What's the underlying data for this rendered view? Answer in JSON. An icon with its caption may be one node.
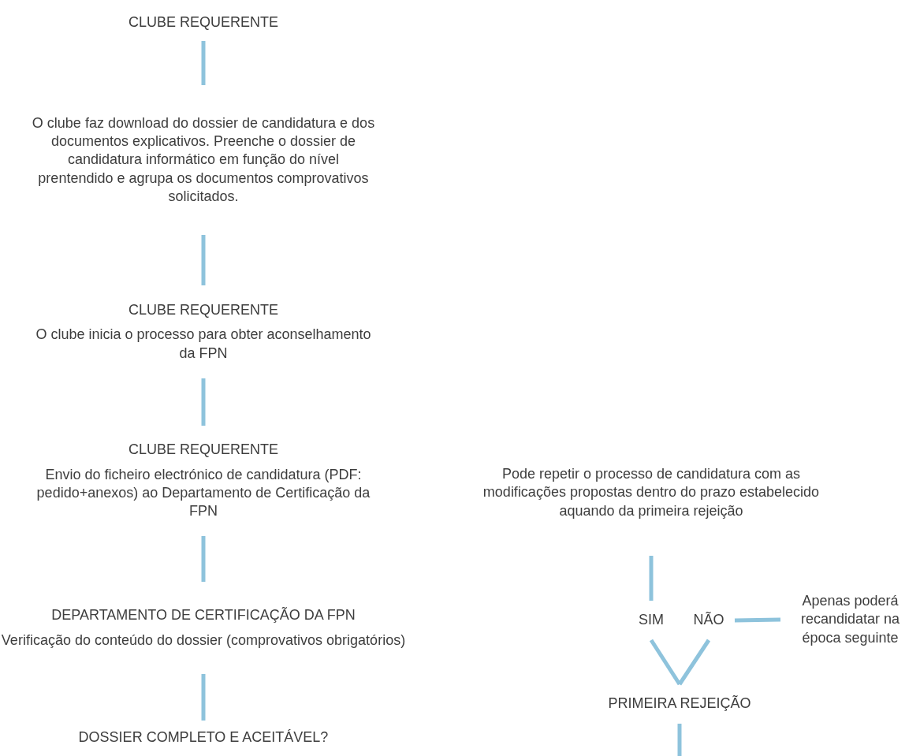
{
  "diagram": {
    "nodes": [
      {
        "text": [
          "CLUBE REQUERENTE"
        ]
      },
      {
        "text": [
          "O clube faz download do dossier de candidatura e dos documentos explicativos. Preenche o dossier de candidatura informático em função do nível prentendido e agrupa os documentos comprovativos solicitados."
        ]
      },
      {
        "text": [
          "CLUBE REQUERENTE",
          "O clube inicia o processo para obter aconselhamento da FPN"
        ]
      },
      {
        "text": [
          "CLUBE REQUERENTE",
          "Envio do ficheiro electrónico de candidatura (PDF: pedido+anexos) ao Departamento de Certificação da FPN"
        ]
      },
      {
        "text": [
          "DEPARTAMENTO DE CERTIFICAÇÃO DA FPN",
          "Verificação do conteúdo do dossier (comprovativos obrigatórios)"
        ]
      },
      {
        "text": [
          "DOSSIER COMPLETO E ACEITÁVEL?"
        ]
      },
      {
        "text": [
          "Pode repetir o processo de candidatura com as modificações propostas dentro do prazo estabelecido aquando da primeira rejeição"
        ]
      },
      {
        "text": [
          "SIM"
        ]
      },
      {
        "text": [
          "NÃO"
        ]
      },
      {
        "text": [
          "Apenas poderá recandidatar na época seguinte"
        ]
      },
      {
        "text": [
          "PRIMEIRA REJEIÇÃO"
        ]
      }
    ],
    "edges": [
      {
        "from": 0,
        "to": 1,
        "arrow": "none"
      },
      {
        "from": 1,
        "to": 2,
        "arrow": "none"
      },
      {
        "from": 2,
        "to": 3,
        "arrow": "none"
      },
      {
        "from": 3,
        "to": 4,
        "arrow": "none"
      },
      {
        "from": 4,
        "to": 5,
        "arrow": "none"
      },
      {
        "from": 6,
        "to": 7,
        "arrow": "none"
      },
      {
        "from": 8,
        "to": 9,
        "arrow": "none"
      },
      {
        "from": 7,
        "to": 10,
        "arrow": "none"
      },
      {
        "from": 8,
        "to": 10,
        "arrow": "none"
      },
      {
        "from": 10,
        "to": null,
        "arrow": "none"
      }
    ]
  }
}
